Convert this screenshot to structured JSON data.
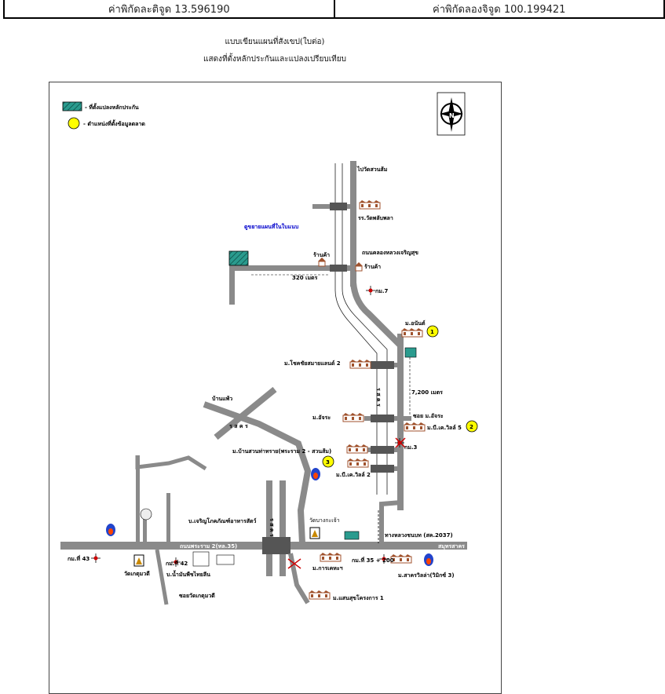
{
  "coordinates": {
    "latitude_label": "ค่าพิกัดละติจูด 13.596190",
    "longitude_label": "ค่าพิกัดลองจิจูด 100.199421"
  },
  "title": {
    "line1": "แบบเขียนแผนที่สังเขป(ใบต่อ)",
    "line2": "แสดงที่ตั้งหลักประกันและแปลงเปรียบเทียบ"
  },
  "legend": {
    "collateral": "- ที่ตั้งแปลงหลักประกัน",
    "market_data": "- ตำแหน่งที่ตั้งข้อมูลตลาด"
  },
  "labels": {
    "wat_suan_som": "ไปวัดสวนส้ม",
    "school": "รร.วัดพลับพลา",
    "expand_note": "ดูขยายแผนที่ในใบแนบ",
    "shop1": "ร้านค้า",
    "shop2": "ร้านค้า",
    "canal_road": "ถนนคลองหลวงเจริญสุข",
    "dist_320": "320 เมตร",
    "km7": "กม.7",
    "m_anan": "ม.อนันต์",
    "m_chokchai": "ม.โชคชัยสมายแลนด์ 2",
    "dist_7200": "7,200 เมตร",
    "road_vert": "ร ส ค ร",
    "m_ucharoen": "ม.อัจระ",
    "soi_m_ucharoen": "ซอย ม.อัจระ",
    "m_bk_ville5": "ม.บี.เค.วิลล์ 5",
    "km3": "กม.3",
    "m_ban_suan": "ม.บ้านสวนท่าทราย(พระราม 2 - สวนส้ม)",
    "m_bk_ville2": "ม.บี.เค.วิลล์ 2",
    "bang_phaeo": "บ้านแพ้ว",
    "road_diag": "ร ส ค ร",
    "m_charoen": "บ.เจริญโภคภัณฑ์อาหารสัตว์",
    "wat_bang_krachao": "วัดบางกะเจ้า",
    "tang_luang": "ทางหลวงชนบท (สค.2037)",
    "rama2": "ถนนพระราม 2(ทล.35)",
    "samut_sakhon": "สมุทรสาคร",
    "km43": "กม.ที่ 43",
    "km42": "กม.ที่ 42",
    "wat_kum": "วัดเกตุมวดี",
    "b_nam_than": "บ.น้ำมันพืชไทยลีน",
    "soi_wat_kum": "ซอยวัดเกตุมวดี",
    "m_krit": "ม.การเคหะฯ",
    "km35": "กม.ที่ 35 + 200",
    "m_sakhon": "ม.สาครวิลล่า(วิมิกซ์ 3)",
    "m_saen_suk": "ม.แสนสุขโครงการ 1",
    "road_rama_v": "ร ส ค ร",
    "marker1": "1",
    "marker2": "2",
    "marker3": "3"
  },
  "colors": {
    "road": "#8a8a8a",
    "collateral": "#2a9b8e",
    "market_marker": "#ffff00",
    "red_pin": "#cc0000",
    "house": "#a0522d"
  }
}
